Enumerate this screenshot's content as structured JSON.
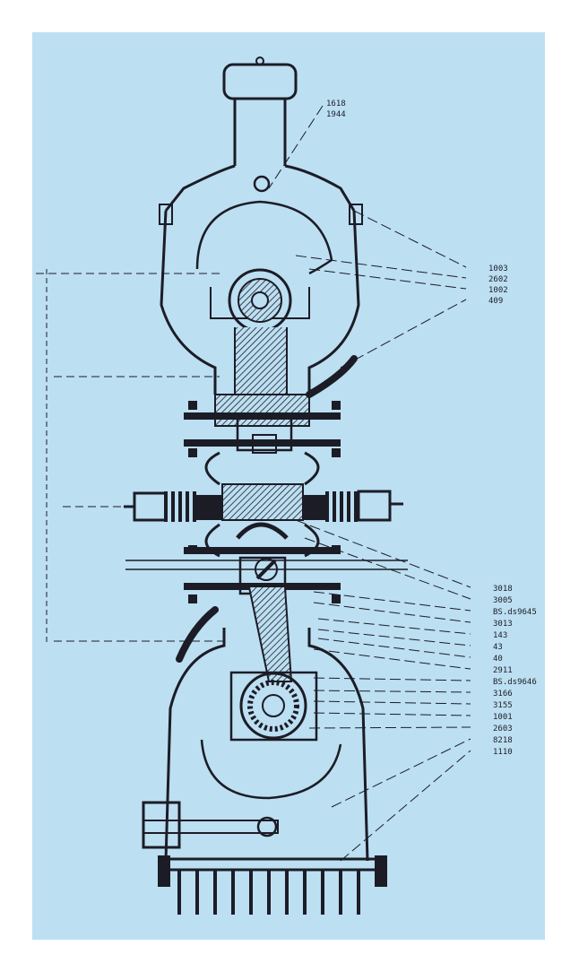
{
  "colors": {
    "paper": "#ffffff",
    "background": "#bcdff2",
    "ink": "#1c1c26"
  },
  "labels_top": [
    "1618",
    "1944"
  ],
  "labels_right_upper": [
    "1003",
    "2602",
    "1002",
    "409"
  ],
  "labels_right_lower": [
    "3018",
    "3005",
    "BS.ds9645",
    "3013",
    "143",
    "43",
    "40",
    "2911",
    "BS.ds9646",
    "3166",
    "3155",
    "1001",
    "2603",
    "8218",
    "1110"
  ]
}
